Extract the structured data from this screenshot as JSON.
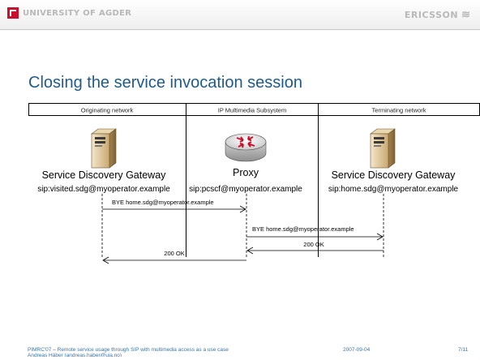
{
  "header": {
    "university_logo_text": "UNIVERSITY OF AGDER",
    "company_logo_text": "ERICSSON"
  },
  "slide": {
    "title": "Closing the service invocation session"
  },
  "diagram": {
    "columns": [
      {
        "label": "Originating network",
        "entity_name": "Service Discovery Gateway",
        "entity_address": "sip:visited.sdg@myoperator.example",
        "icon": "server-icon"
      },
      {
        "label": "IP Multimedia Subsystem",
        "entity_name": "Proxy",
        "entity_address": "sip:pcscf@myoperator.example",
        "icon": "router-icon"
      },
      {
        "label": "Terminating network",
        "entity_name": "Service Discovery Gateway",
        "entity_address": "sip:home.sdg@myoperator.example",
        "icon": "server-icon"
      }
    ],
    "messages": [
      {
        "label": "BYE home.sdg@myoperator.example"
      },
      {
        "label": "BYE home.sdg@myoperator.example"
      },
      {
        "label": "200 OK"
      },
      {
        "label": "200 OK"
      }
    ]
  },
  "footer": {
    "left_line1": "PIMRC'07 – Remote service usage through SIP with multimedia access as a use case",
    "left_line2": "Andreas Häber (andreas.haber@uia.no)",
    "date": "2007-09-04",
    "page": "7/11"
  },
  "colors": {
    "title": "#1f5a8a",
    "footer": "#3a74a8",
    "university_red": "#c8102e",
    "logo_grey": "#b8b8b8"
  }
}
